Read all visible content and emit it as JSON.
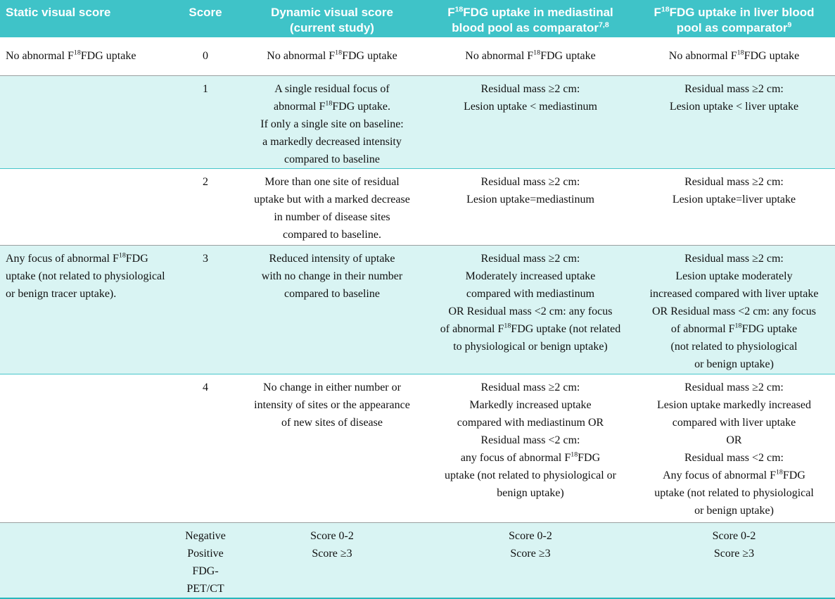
{
  "colors": {
    "header_bg": "#3fc3c8",
    "shaded_row_bg": "#d9f4f3",
    "header_text": "#ffffff",
    "body_text": "#111111",
    "bottom_border": "#2ab6bb"
  },
  "chart_data": {
    "type": "table",
    "headers": [
      "Static visual score",
      "Score",
      "Dynamic visual score\n(current study)",
      "F^{18}FDG uptake in mediastinal\nblood pool as comparator^{7,8}",
      "F^{18}FDG uptake in liver blood\npool as comparator^{9}"
    ],
    "rows": [
      {
        "shaded": false,
        "cells": [
          "No abnormal F^{18}FDG uptake",
          "0",
          "No abnormal F^{18}FDG uptake",
          "No abnormal F^{18}FDG uptake",
          "No abnormal F^{18}FDG uptake"
        ]
      },
      {
        "shaded": true,
        "cells": [
          "",
          "1",
          "A single residual focus of\nabnormal F^{18}FDG uptake.\nIf only a single site on baseline:\na markedly decreased intensity\ncompared to baseline",
          "Residual mass ≥2 cm:\nLesion uptake < mediastinum",
          "Residual mass ≥2 cm:\nLesion uptake < liver uptake"
        ]
      },
      {
        "shaded": false,
        "cells": [
          "",
          "2",
          "More than one site of residual\nuptake but with a marked decrease\nin number of disease sites\ncompared to baseline.",
          "Residual mass ≥2 cm:\nLesion uptake=mediastinum",
          "Residual mass ≥2 cm:\nLesion uptake=liver uptake"
        ]
      },
      {
        "shaded": true,
        "cells": [
          "Any focus of abnormal F^{18}FDG\nuptake (not related to physiological\nor benign tracer uptake).",
          "3",
          "Reduced intensity of uptake\nwith no change in their number\ncompared to baseline",
          "Residual mass ≥2 cm:\nModerately increased uptake\ncompared with mediastinum\nOR  Residual mass <2 cm: any focus\nof abnormal F^{18}FDG uptake (not related\nto physiological or benign uptake)",
          "Residual mass ≥2 cm:\nLesion uptake moderately\nincreased compared with liver uptake\nOR Residual mass <2 cm: any focus\nof abnormal F^{18}FDG uptake\n(not related to physiological\nor benign uptake)"
        ]
      },
      {
        "shaded": false,
        "cells": [
          "",
          "4",
          "No change in either number or\nintensity of sites or the appearance\nof new sites of disease",
          "Residual mass ≥2 cm:\nMarkedly increased uptake\ncompared with mediastinum OR\nResidual mass <2 cm:\nany focus of abnormal F^{18}FDG\nuptake (not related to physiological or\nbenign uptake)",
          "Residual mass ≥2 cm:\nLesion uptake markedly increased\ncompared with liver uptake\nOR\nResidual mass <2 cm:\nAny focus of abnormal F^{18}FDG\nuptake (not related to physiological\nor benign uptake)"
        ]
      },
      {
        "shaded": true,
        "cells": [
          "",
          "Negative\nPositive\nFDG-PET/CT",
          "Score 0-2\nScore ≥3",
          "Score 0-2\nScore ≥3",
          "Score 0-2\nScore ≥3"
        ]
      }
    ]
  }
}
